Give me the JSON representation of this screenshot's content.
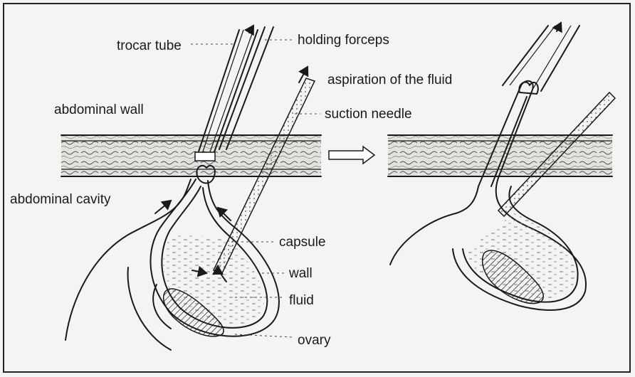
{
  "labels": {
    "trocar_tube": "trocar tube",
    "holding_forceps": "holding forceps",
    "aspiration": "aspiration of the fluid",
    "abdominal_wall": "abdominal wall",
    "suction_needle": "suction needle",
    "abdominal_cavity": "abdominal cavity",
    "capsule": "capsule",
    "wall": "wall",
    "fluid": "fluid",
    "ovary": "ovary"
  },
  "colors": {
    "line": "#1a1a1a",
    "background": "#f4f4f2",
    "tissue": "#e2e2de"
  }
}
